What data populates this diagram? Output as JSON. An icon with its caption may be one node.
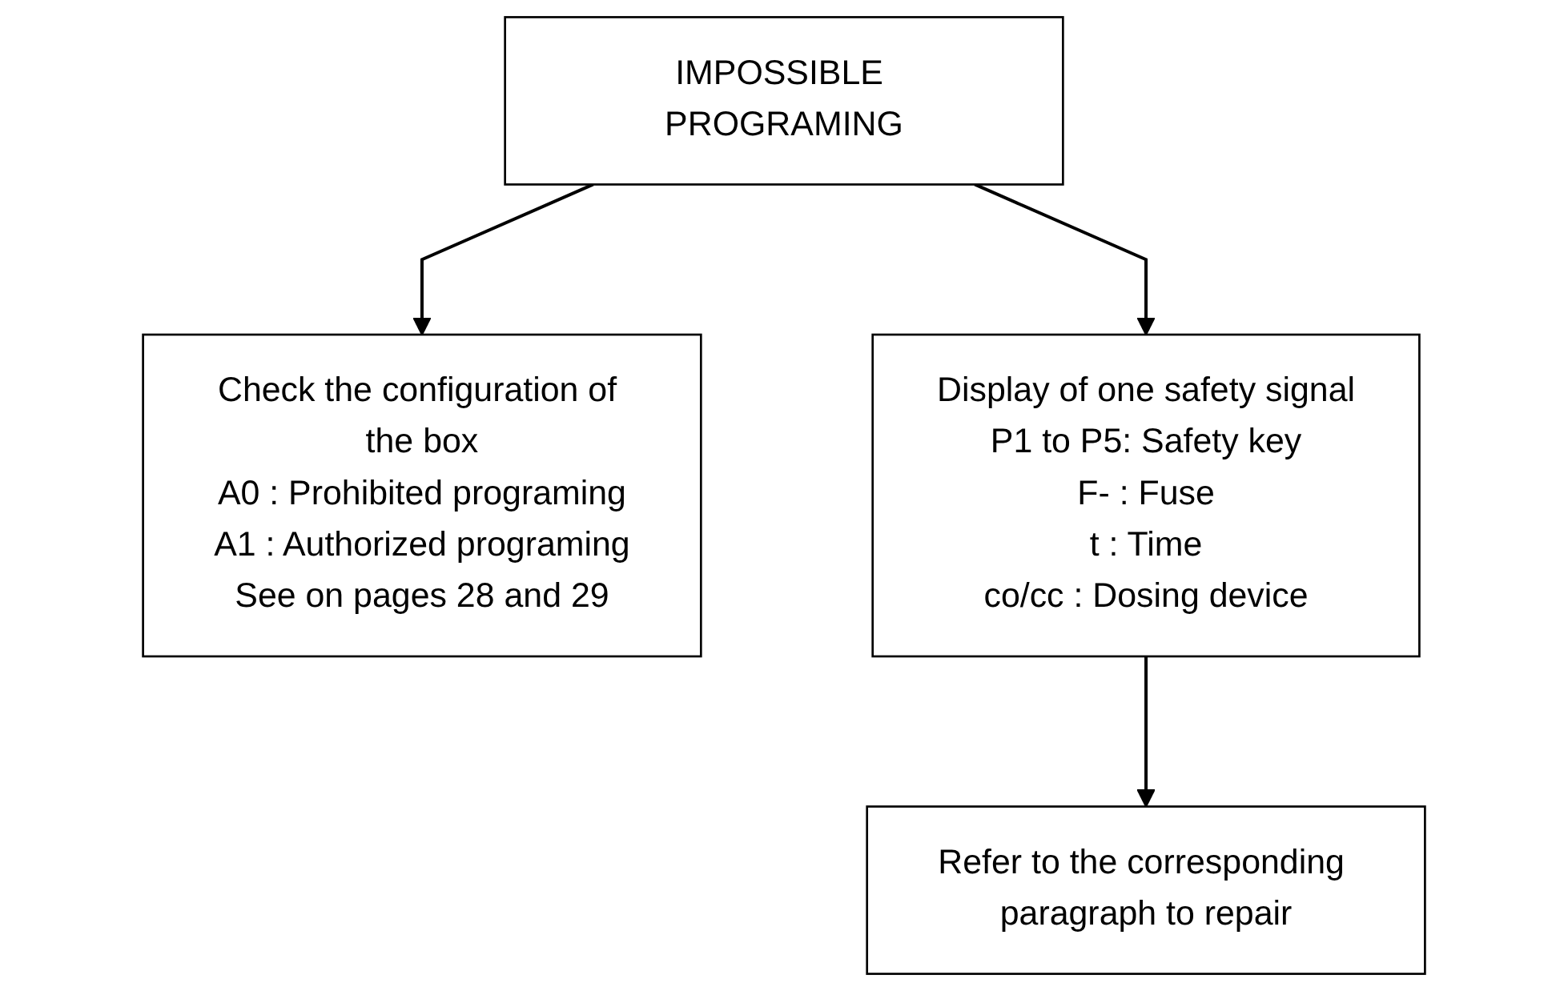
{
  "diagram": {
    "nodes": [
      {
        "text": [
          "IMPOSSIBLE PROGRAMING"
        ]
      },
      {
        "text": [
          "Check the configuration of the box",
          "A0 : Prohibited programing",
          "A1 : Authorized programing",
          "See on pages 28 and 29"
        ]
      },
      {
        "text": [
          "Display of one safety signal",
          "P1 to P5: Safety key",
          "F- : Fuse",
          "t : Time",
          "co/cc : Dosing device"
        ]
      },
      {
        "text": [
          "Refer to the corresponding paragraph to repair"
        ]
      }
    ],
    "edges": [
      {
        "from": 0,
        "to": 1,
        "arrow": "to"
      },
      {
        "from": 0,
        "to": 2,
        "arrow": "to"
      },
      {
        "from": 2,
        "to": 3,
        "arrow": "to"
      }
    ]
  }
}
